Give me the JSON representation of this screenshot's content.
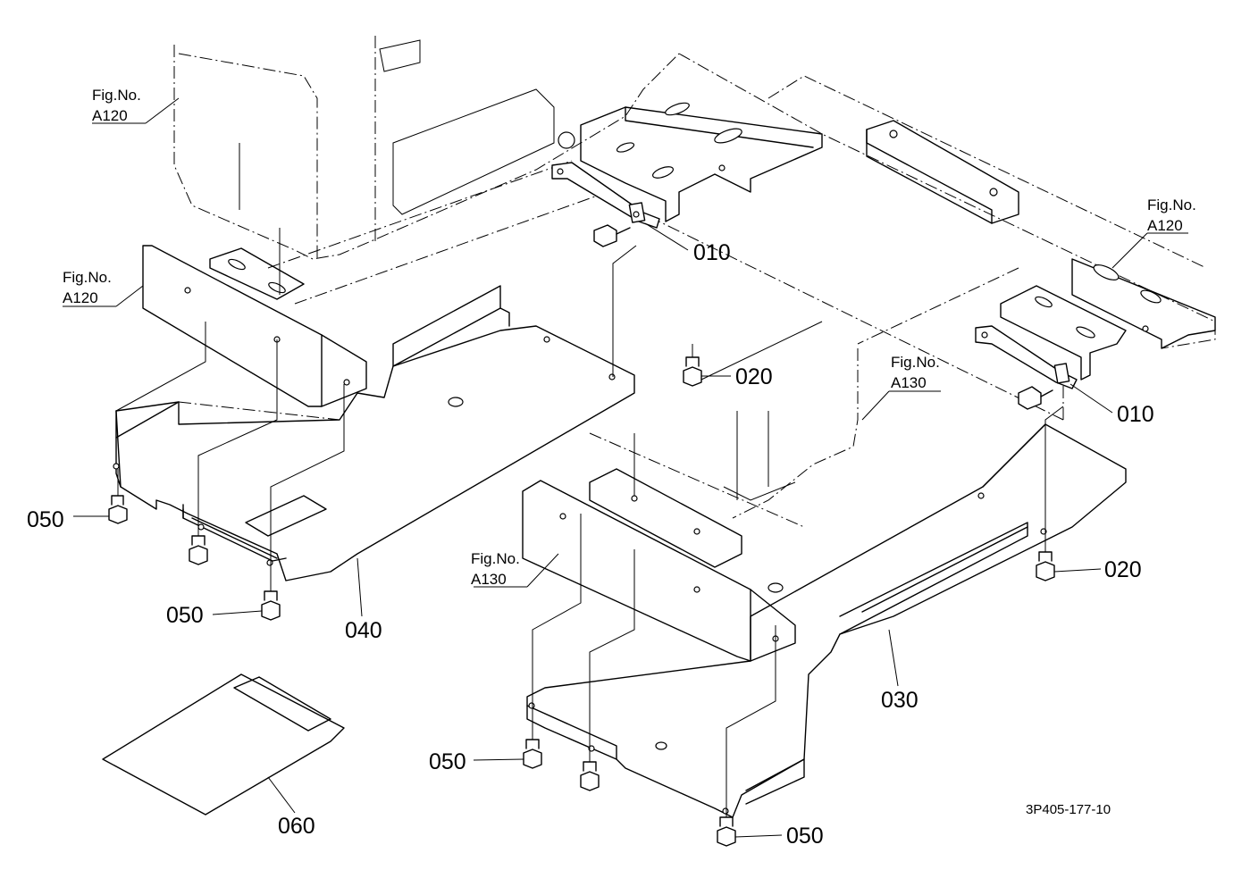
{
  "parts": {
    "p010": "010",
    "p020": "020",
    "p030": "030",
    "p040": "040",
    "p050": "050",
    "p060": "060"
  },
  "figrefs": {
    "fig_no": "Fig.No.",
    "a120": "A120",
    "a130": "A130"
  },
  "drawing_code": "3P405-177-10"
}
